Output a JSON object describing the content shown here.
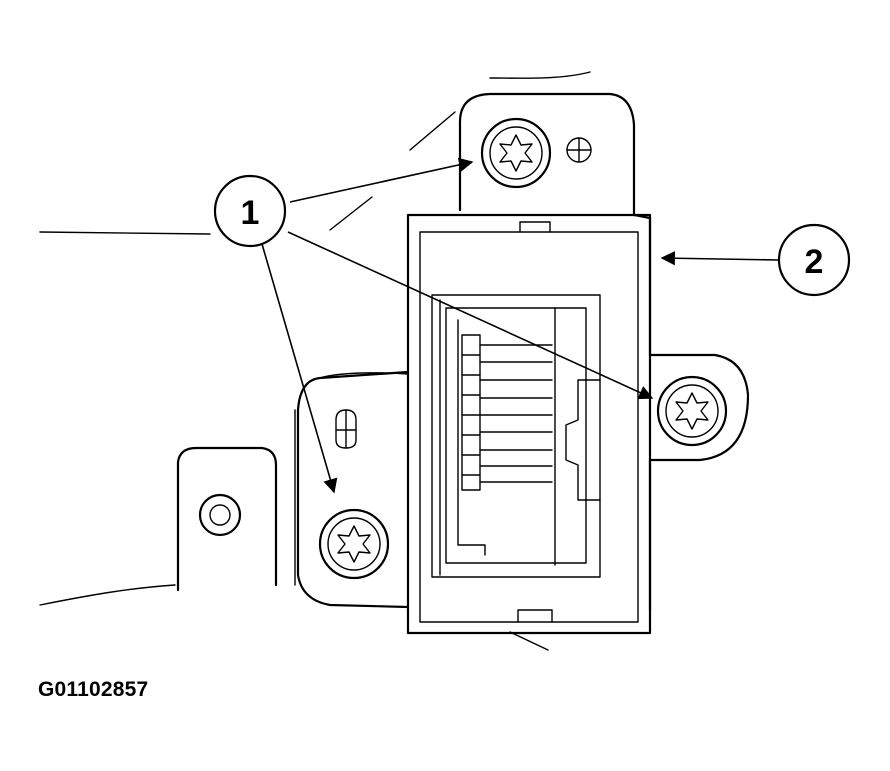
{
  "callouts": [
    {
      "id": "1",
      "label": "1"
    },
    {
      "id": "2",
      "label": "2"
    }
  ],
  "figure_id": "G01102857"
}
